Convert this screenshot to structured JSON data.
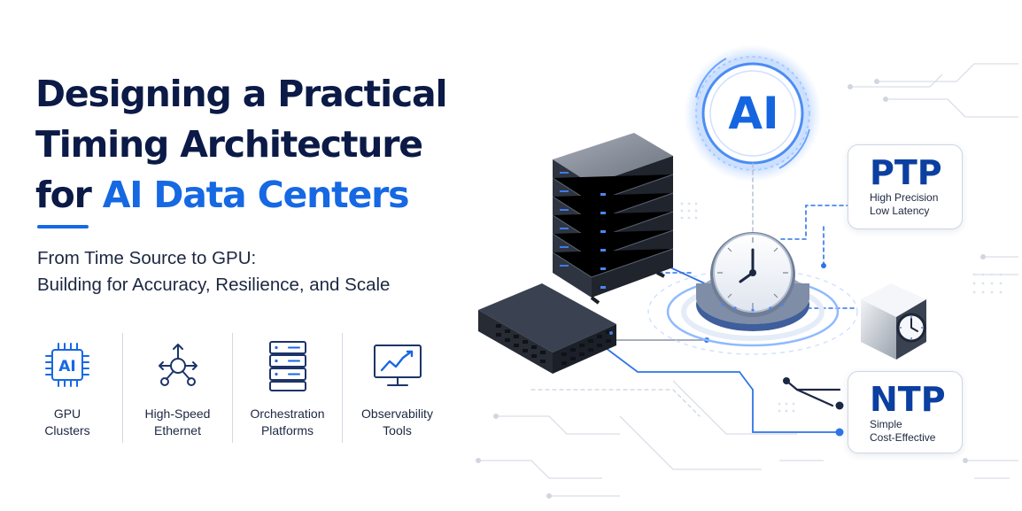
{
  "title": {
    "line1": "Designing a Practical",
    "line2": "Timing Architecture",
    "line3_prefix": "for ",
    "line3_accent": "AI Data Centers"
  },
  "subtitle": {
    "line1": "From Time Source to GPU:",
    "line2": "Building for Accuracy, Resilience, and Scale"
  },
  "features": [
    {
      "icon": "ai-chip-icon",
      "icon_text": "AI",
      "line1": "GPU",
      "line2": "Clusters"
    },
    {
      "icon": "network-hub-icon",
      "line1": "High-Speed",
      "line2": "Ethernet"
    },
    {
      "icon": "server-stack-icon",
      "line1": "Orchestration",
      "line2": "Platforms"
    },
    {
      "icon": "monitor-chart-icon",
      "line1": "Observability",
      "line2": "Tools"
    }
  ],
  "illustration": {
    "ai_badge": "AI",
    "ptp": {
      "name": "PTP",
      "line1": "High Precision",
      "line2": "Low Latency"
    },
    "ntp": {
      "name": "NTP",
      "line1": "Simple",
      "line2": "Cost-Effective"
    }
  },
  "colors": {
    "navy": "#0b1a46",
    "accent": "#1668e3",
    "protocol": "#0b3fa0",
    "circuit": "#cfd6e2"
  }
}
